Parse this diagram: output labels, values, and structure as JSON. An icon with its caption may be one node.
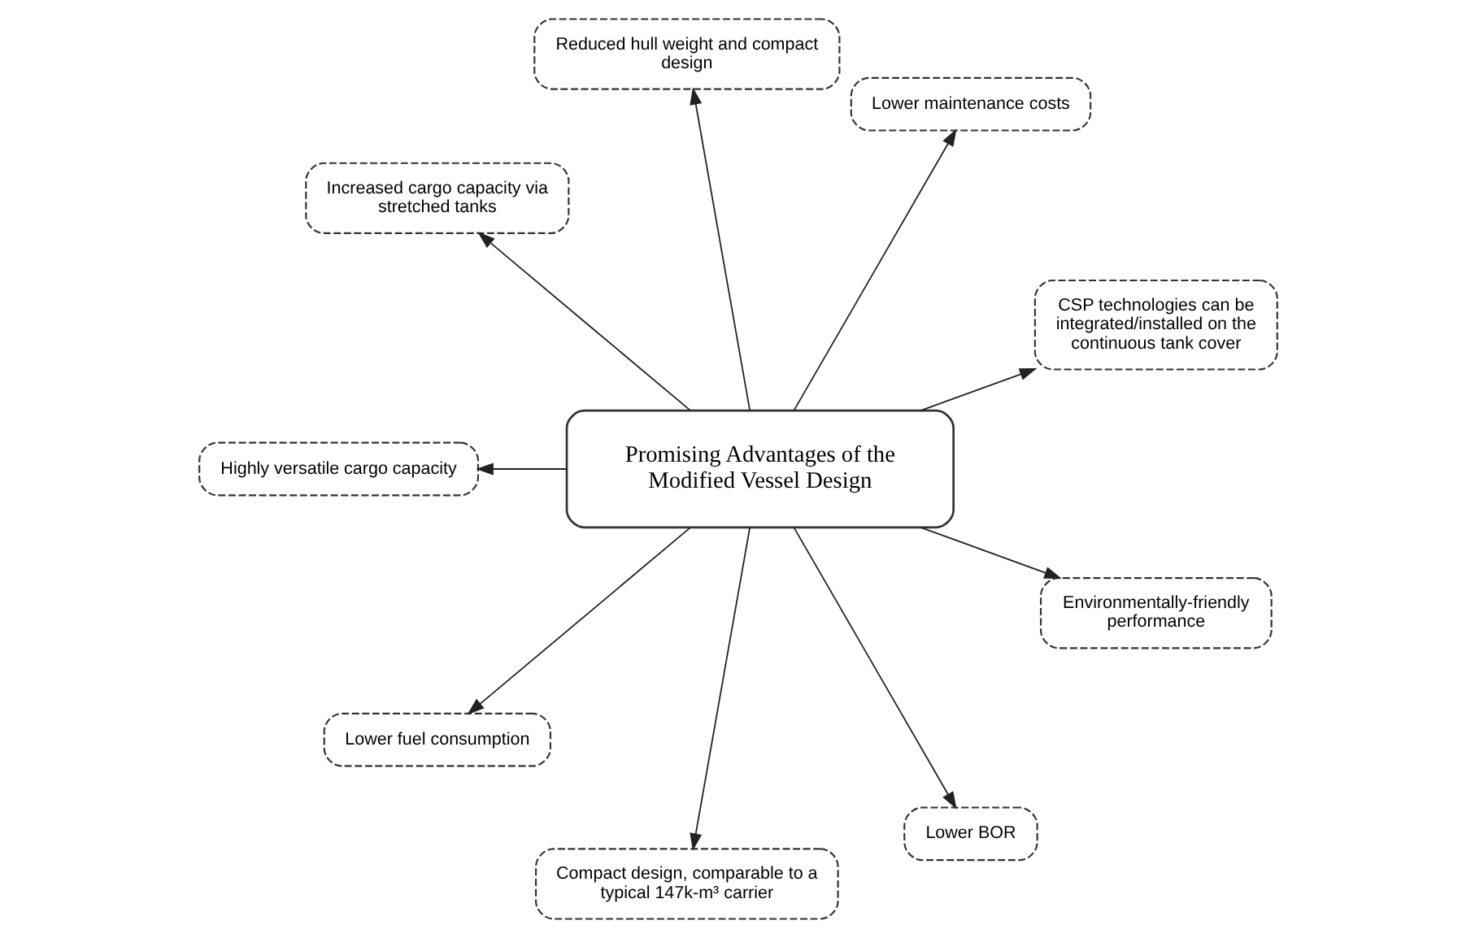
{
  "diagram": {
    "nodes": [
      {
        "text": [
          "Promising Advantages of the Modified Vessel Design"
        ]
      },
      {
        "text": [
          "CSP technologies can be integrated/installed on the continuous tank cover"
        ]
      },
      {
        "text": [
          "Lower maintenance costs"
        ]
      },
      {
        "text": [
          "Reduced hull weight and compact design"
        ]
      },
      {
        "text": [
          "Increased cargo capacity via stretched tanks"
        ]
      },
      {
        "text": [
          "Highly versatile cargo capacity"
        ]
      },
      {
        "text": [
          "Lower fuel consumption"
        ]
      },
      {
        "text": [
          "Compact design, comparable to a typical 147k-m³ carrier"
        ]
      },
      {
        "text": [
          "Lower BOR"
        ]
      },
      {
        "text": [
          "Environmentally-friendly performance"
        ]
      }
    ],
    "edges": [
      {
        "from": 0,
        "to": 1,
        "arrow": "to"
      },
      {
        "from": 0,
        "to": 2,
        "arrow": "to"
      },
      {
        "from": 0,
        "to": 3,
        "arrow": "to"
      },
      {
        "from": 0,
        "to": 4,
        "arrow": "to"
      },
      {
        "from": 0,
        "to": 5,
        "arrow": "to"
      },
      {
        "from": 0,
        "to": 6,
        "arrow": "to"
      },
      {
        "from": 0,
        "to": 7,
        "arrow": "to"
      },
      {
        "from": 0,
        "to": 8,
        "arrow": "to"
      },
      {
        "from": 0,
        "to": 9,
        "arrow": "to"
      }
    ]
  }
}
